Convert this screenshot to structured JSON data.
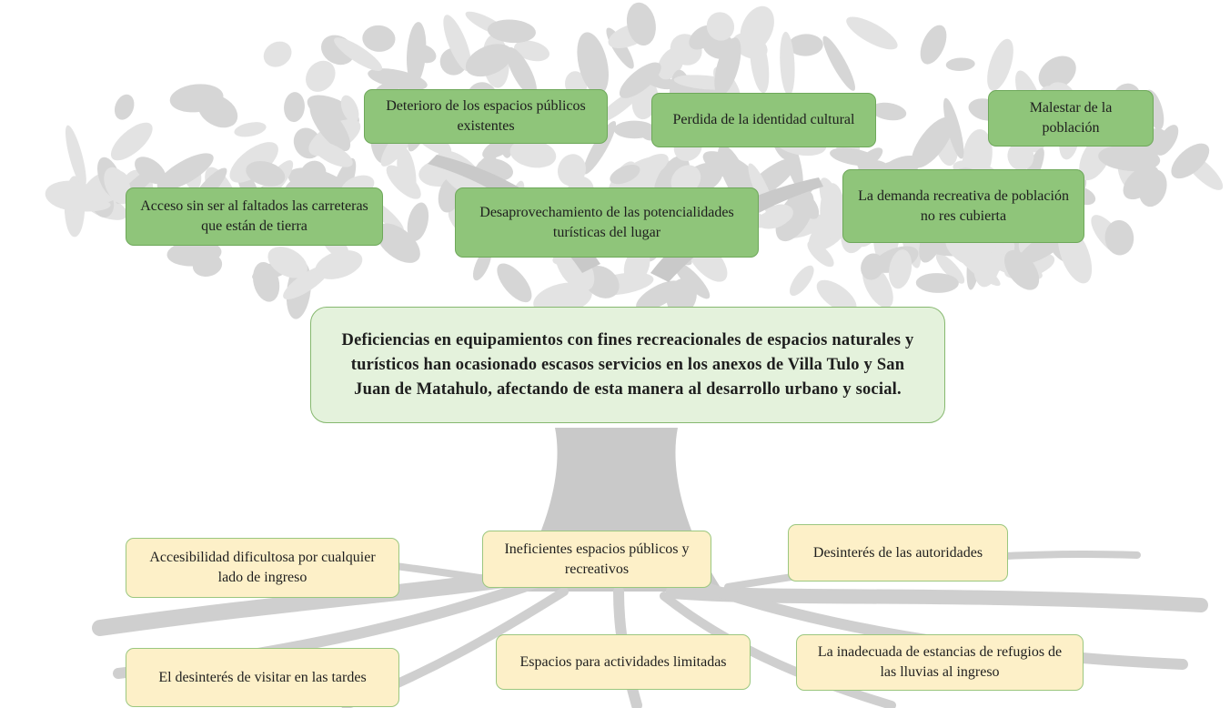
{
  "diagram": {
    "type": "problem-tree",
    "central_problem": "Deficiencias en equipamientos con fines recreacionales de espacios naturales y turísticos han ocasionado escasos servicios en los anexos de Villa Tulo y San Juan de Matahulo, afectando de esta manera al desarrollo urbano y social.",
    "effects": [
      "Deterioro de los espacios públicos existentes",
      "Perdida de la identidad cultural",
      "Malestar de la población",
      "Acceso sin ser al faltados las carreteras que están de tierra",
      "Desaprovechamiento de las potencialidades turísticas del lugar",
      "La demanda recreativa de población no res cubierta"
    ],
    "causes": [
      "Accesibilidad dificultosa por cualquier lado de ingreso",
      "Ineficientes espacios públicos y recreativos",
      "Desinterés de las autoridades",
      "El desinterés de visitar en las tardes",
      "Espacios para actividades limitadas",
      "La inadecuada de estancias de refugios de las lluvias al ingreso"
    ]
  },
  "colors": {
    "effect_fill": "#8fc57a",
    "cause_fill": "#fdf0c8",
    "problem_fill": "#e4f2dc",
    "tree": "#d3d3d3"
  }
}
